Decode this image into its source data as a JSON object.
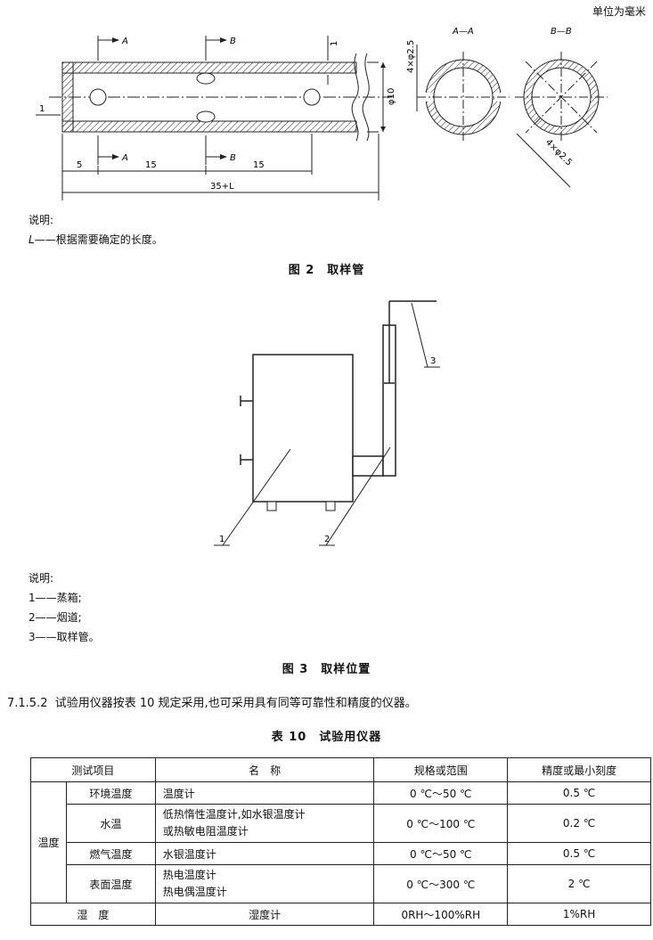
{
  "unit_note": "单位为毫米",
  "figure2": {
    "section_a": "A",
    "section_b": "B",
    "section_label_a": "A—A",
    "section_label_b": "B—B",
    "dim_hole_top": "4×φ2.5",
    "dim_hole_right": "4×φ2.5",
    "dim_diameter": "φ10",
    "dim_wall_top": "1",
    "dim_wall_left": "1",
    "dim_5": "5",
    "dim_15a": "15",
    "dim_15b": "15",
    "dim_total": "35+L",
    "note_title": "说明:",
    "note_L_sym": "L",
    "note_L_text": "——根据需要确定的长度。",
    "caption": "图 2　取样管"
  },
  "figure3": {
    "leader_1": "1",
    "leader_2": "2",
    "leader_3": "3",
    "note_title": "说明:",
    "notes": [
      "1——蒸箱;",
      "2——烟道;",
      "3——取样管。"
    ],
    "caption": "图 3　取样位置"
  },
  "clause": {
    "number": "7.1.5.2",
    "text": "试验用仪器按表 10 规定采用,也可采用具有同等可靠性和精度的仪器。"
  },
  "table10": {
    "caption": "表 10　试验用仪器",
    "headers": [
      "测试项目",
      "名　称",
      "规格或范围",
      "精度或最小刻度"
    ],
    "group_temperature": "温度",
    "rows": [
      {
        "item": "环境温度",
        "name": [
          "温度计"
        ],
        "range": "0 ℃～50 ℃",
        "precision": "0.5 ℃"
      },
      {
        "item": "水温",
        "name": [
          "低热惰性温度计,如水银温度计",
          "或热敏电阻温度计"
        ],
        "range": "0 ℃～100 ℃",
        "precision": "0.2 ℃"
      },
      {
        "item": "燃气温度",
        "name": [
          "水银温度计"
        ],
        "range": "0 ℃～50 ℃",
        "precision": "0.5 ℃"
      },
      {
        "item": "表面温度",
        "name": [
          "热电温度计",
          "热电偶温度计"
        ],
        "range": "0 ℃～300 ℃",
        "precision": "2 ℃"
      }
    ],
    "humidity": {
      "item": "湿　度",
      "name": "湿度计",
      "range": "0RH～100%RH",
      "precision": "1%RH"
    }
  }
}
